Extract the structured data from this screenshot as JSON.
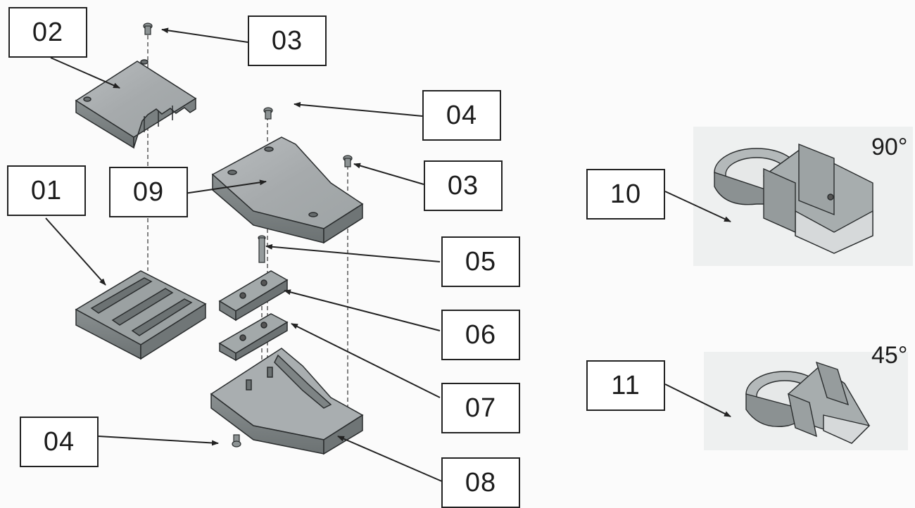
{
  "callouts": {
    "c01": "01",
    "c02": "02",
    "c03a": "03",
    "c03b": "03",
    "c04a": "04",
    "c04b": "04",
    "c05": "05",
    "c06": "06",
    "c07": "07",
    "c08": "08",
    "c09": "09",
    "c10": "10",
    "c11": "11"
  },
  "angles": {
    "a90": "90°",
    "a45": "45°"
  },
  "colors": {
    "part_top": "#a9aeb0",
    "part_side": "#7f8586",
    "part_dark": "#5c6263",
    "outline": "#2a2d2e",
    "arrow": "#222222",
    "inset_bg": "#eef0f0"
  }
}
